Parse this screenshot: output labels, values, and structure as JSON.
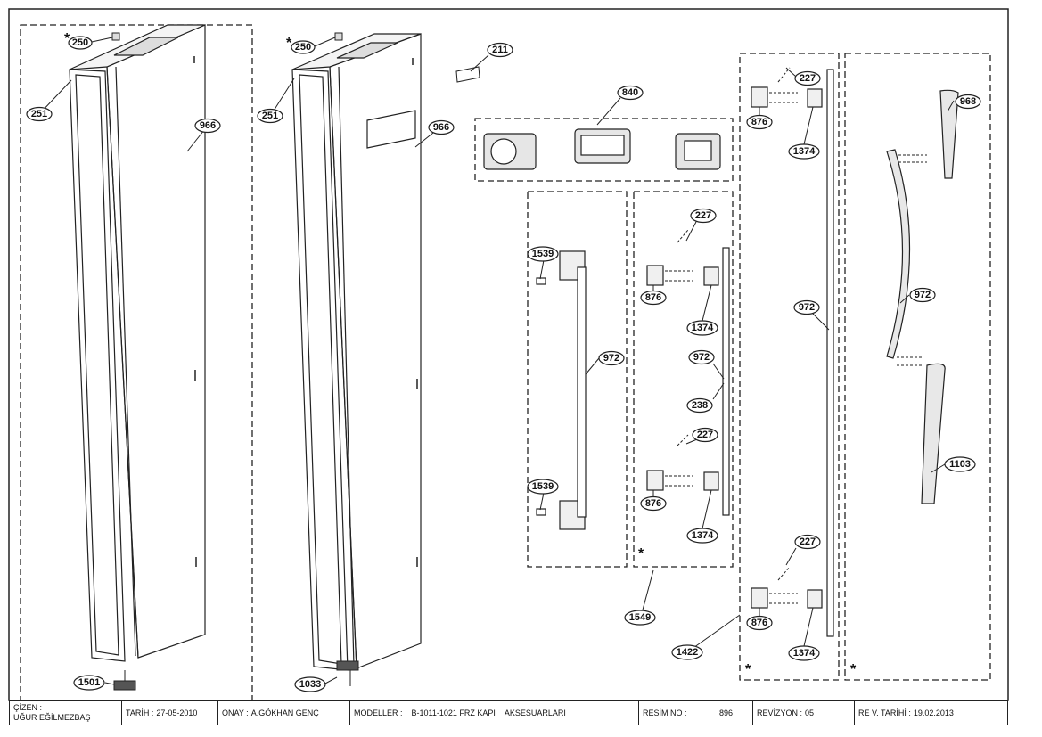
{
  "parts": {
    "p250a": "250",
    "p250b": "250",
    "p251a": "251",
    "p251b": "251",
    "p966a": "966",
    "p966b": "966",
    "p211": "211",
    "p840": "840",
    "p1501": "1501",
    "p1033": "1033",
    "p1539a": "1539",
    "p1539b": "1539",
    "p972a": "972",
    "p972b": "972",
    "p972c": "972",
    "p972d": "972",
    "p227a": "227",
    "p227b": "227",
    "p227c": "227",
    "p227d": "227",
    "p876a": "876",
    "p876b": "876",
    "p876c": "876",
    "p876d": "876",
    "p1374a": "1374",
    "p1374b": "1374",
    "p1374c": "1374",
    "p1374d": "1374",
    "p238": "238",
    "p1549": "1549",
    "p1422": "1422",
    "p968": "968",
    "p1103": "1103"
  },
  "marks": {
    "star": "*"
  },
  "titleblock": {
    "drawn_by_label": "ÇİZEN :",
    "drawn_by": "UĞUR EĞİLMEZBAŞ",
    "date_label": "TARİH :",
    "date": "27-05-2010",
    "approval_label": "ONAY :",
    "approval": "A.GÖKHAN GENÇ",
    "models_label": "MODELLER :",
    "models": "B-1011-1021 FRZ KAPI",
    "section": "AKSESUARLARI",
    "drawing_no_label": "RESİM NO :",
    "drawing_no": "896",
    "revision_label": "REVİZYON :",
    "revision": "05",
    "rev_date_label": "RE V. TARİHİ :",
    "rev_date": "19.02.2013"
  }
}
